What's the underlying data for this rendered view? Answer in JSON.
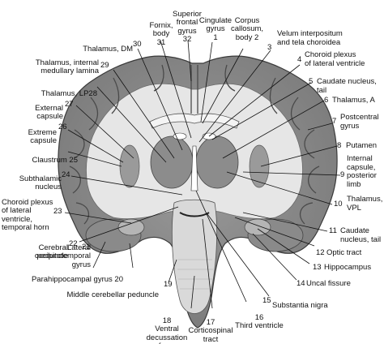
{
  "figure": {
    "labels": [
      {
        "num": "1",
        "text": "Cingulate\ngyrus"
      },
      {
        "num": "2",
        "text": "Corpus\ncallosum,\nbody"
      },
      {
        "num": "3",
        "text": "Velum interpositum\nand tela choroidea"
      },
      {
        "num": "4",
        "text": "Choroid plexus\nof lateral ventricle"
      },
      {
        "num": "5",
        "text": "Caudate nucleus,\ntail"
      },
      {
        "num": "6",
        "text": "Thalamus, A"
      },
      {
        "num": "7",
        "text": "Postcentral\ngyrus"
      },
      {
        "num": "8",
        "text": "Putamen"
      },
      {
        "num": "9",
        "text": "Internal\ncapsule,\nposterior\nlimb"
      },
      {
        "num": "10",
        "text": "Thalamus,\nVPL"
      },
      {
        "num": "11",
        "text": "Caudate\nnucleus, tail"
      },
      {
        "num": "12",
        "text": "Optic tract"
      },
      {
        "num": "13",
        "text": "Hippocampus"
      },
      {
        "num": "14",
        "text": "Uncal fissure"
      },
      {
        "num": "15",
        "text": "Substantia nigra"
      },
      {
        "num": "16",
        "text": "Third ventricle"
      },
      {
        "num": "17",
        "text": "Corticospinal\ntract"
      },
      {
        "num": "18",
        "text": "Ventral\ndecussation\nof pons"
      },
      {
        "num": "19",
        "text": "Middle cerebellar peduncle"
      },
      {
        "num": "20",
        "text": "Parahippocampal gyrus"
      },
      {
        "num": "21",
        "text": "Lateral\noccipitotemporal\ngyrus"
      },
      {
        "num": "22",
        "text": "Cerebral\npeduncle"
      },
      {
        "num": "23",
        "text": "Choroid plexus\nof lateral\nventricle,\ntemporal horn"
      },
      {
        "num": "24",
        "text": "Subthalamic\nnucleus"
      },
      {
        "num": "25",
        "text": "Claustrum"
      },
      {
        "num": "26",
        "text": "Extreme\ncapsule"
      },
      {
        "num": "27",
        "text": "External\ncapsule"
      },
      {
        "num": "28",
        "text": "Thalamus, LP"
      },
      {
        "num": "29",
        "text": "Thalamus, internal\nmedullary lamina"
      },
      {
        "num": "30",
        "text": "Thalamus, DM"
      },
      {
        "num": "31",
        "text": "Fornix,\nbody"
      },
      {
        "num": "32",
        "text": "Superior\nfrontal\ngyrus"
      }
    ]
  }
}
